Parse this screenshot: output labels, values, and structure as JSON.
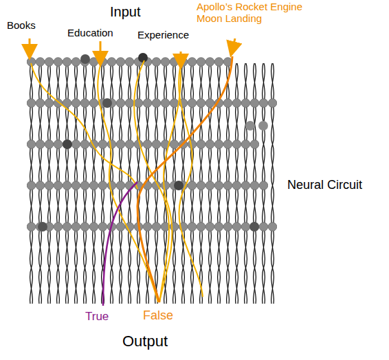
{
  "diagram": {
    "labels": [
      "Input",
      "Books",
      "Education",
      "Experience",
      "Apollo’s Rocket Engine Moon Landing",
      "Neural Circuit",
      "True",
      "False",
      "Output"
    ]
  }
}
